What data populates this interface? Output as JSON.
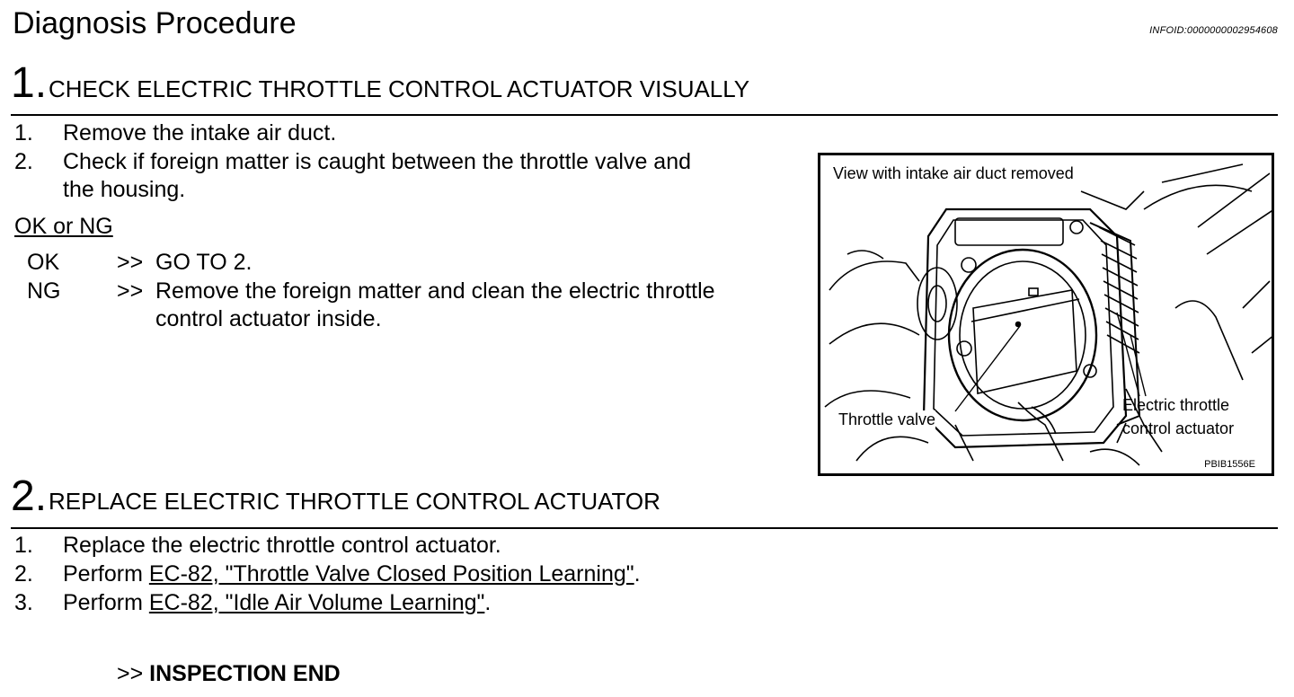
{
  "header": {
    "title": "Diagnosis Procedure",
    "info_id": "INFOID:0000000002954608"
  },
  "step1": {
    "number": "1.",
    "title": "CHECK ELECTRIC THROTTLE CONTROL ACTUATOR VISUALLY",
    "items": [
      {
        "num": "1.",
        "text": "Remove the intake air duct."
      },
      {
        "num": "2.",
        "text": "Check if foreign matter is caught between the throttle valve and",
        "text2": "the housing."
      }
    ],
    "okng_label": "OK or NG",
    "results": [
      {
        "key": "OK",
        "arrow": ">>",
        "text": "GO TO 2."
      },
      {
        "key": "NG",
        "arrow": ">>",
        "text": "Remove the foreign matter and clean the electric throttle",
        "text2": "control actuator inside."
      }
    ]
  },
  "figure": {
    "caption_top": "View with intake air duct removed",
    "label_valve": "Throttle valve",
    "label_actuator_1": "Electric throttle",
    "label_actuator_2": "control actuator",
    "code": "PBIB1556E"
  },
  "step2": {
    "number": "2.",
    "title": "REPLACE ELECTRIC THROTTLE CONTROL ACTUATOR",
    "items": [
      {
        "num": "1.",
        "text": "Replace the electric throttle control actuator."
      },
      {
        "num": "2.",
        "prefix": "Perform ",
        "link": "EC-82, \"Throttle Valve Closed Position Learning\"",
        "suffix": "."
      },
      {
        "num": "3.",
        "prefix": "Perform ",
        "link": "EC-82, \"Idle Air Volume Learning\"",
        "suffix": "."
      }
    ]
  },
  "end": {
    "arrow": ">>",
    "text": "INSPECTION END"
  }
}
